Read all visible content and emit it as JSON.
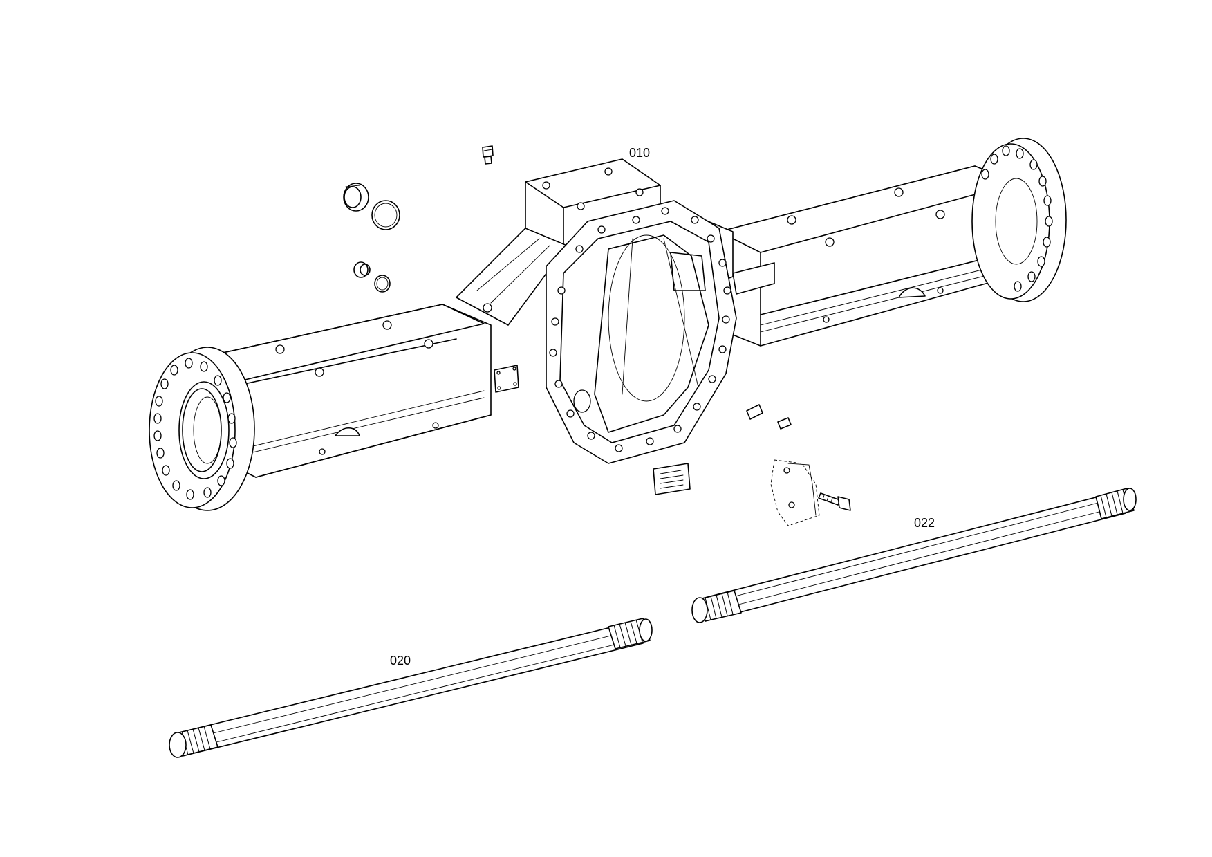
{
  "callouts": {
    "housing": "010",
    "shaft_left": "020",
    "shaft_right": "022"
  }
}
